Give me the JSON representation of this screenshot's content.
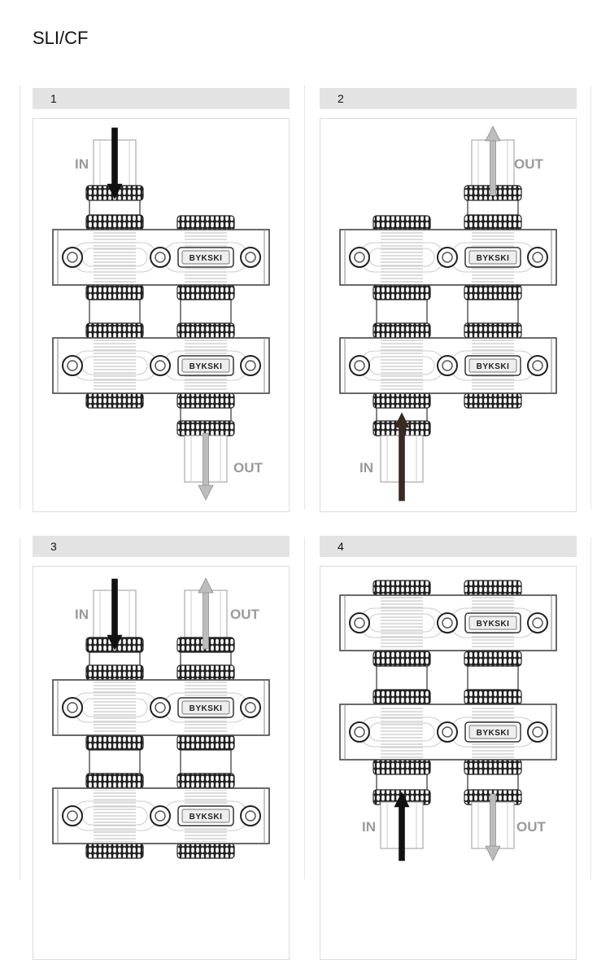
{
  "title": "SLI/CF",
  "brand_logo": "BYKSKI",
  "panels": [
    {
      "number": "1",
      "in_label": "IN",
      "out_label": "OUT"
    },
    {
      "number": "2",
      "in_label": "IN",
      "out_label": "OUT"
    },
    {
      "number": "3",
      "in_label": "IN",
      "out_label": "OUT"
    },
    {
      "number": "4",
      "in_label": "IN",
      "out_label": "OUT"
    }
  ],
  "colors": {
    "in_arrow": "#111111",
    "in_arrow_alt": "#3a2a24",
    "out_arrow": "#bdbdbd",
    "label": "#9a9a9a",
    "header": "#e3e3e3"
  }
}
